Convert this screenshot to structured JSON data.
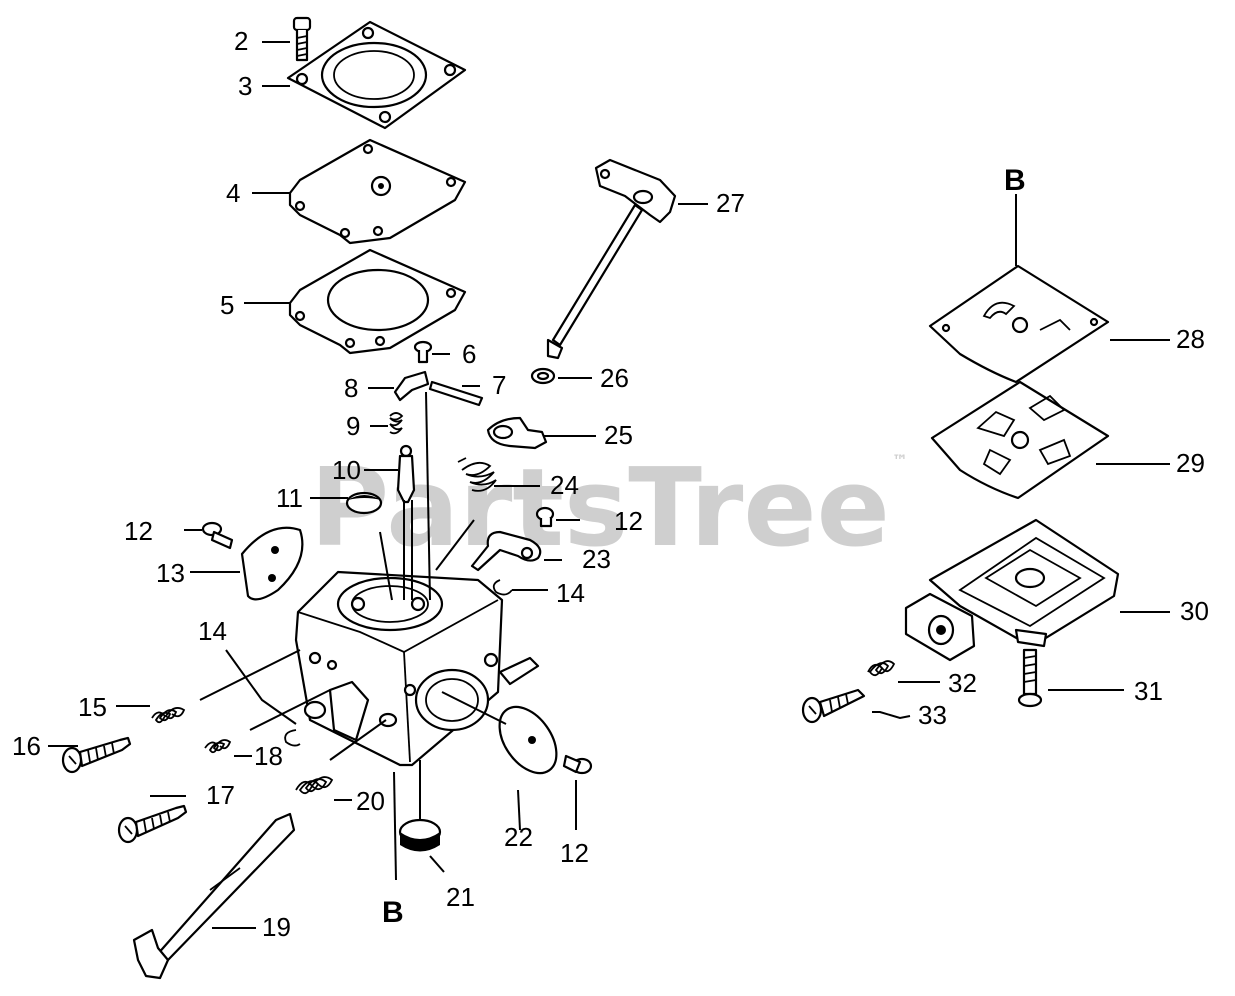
{
  "watermark": {
    "text": "PartsTree",
    "tm": "™"
  },
  "section_letters": {
    "left": "B",
    "right": "B"
  },
  "callouts": {
    "c2": "2",
    "c3": "3",
    "c4": "4",
    "c5": "5",
    "c6": "6",
    "c7": "7",
    "c8": "8",
    "c9": "9",
    "c10": "10",
    "c11": "11",
    "c12a": "12",
    "c12b": "12",
    "c12c": "12",
    "c13": "13",
    "c14a": "14",
    "c14b": "14",
    "c15": "15",
    "c16": "16",
    "c17": "17",
    "c18": "18",
    "c19": "19",
    "c20": "20",
    "c21": "21",
    "c22": "22",
    "c23": "23",
    "c24": "24",
    "c25": "25",
    "c26": "26",
    "c27": "27",
    "c28": "28",
    "c29": "29",
    "c30": "30",
    "c31": "31",
    "c32": "32",
    "c33": "33"
  }
}
